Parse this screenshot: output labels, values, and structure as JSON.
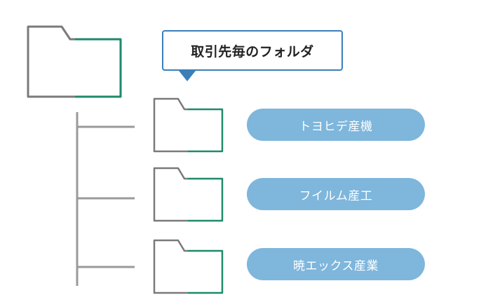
{
  "callout": {
    "label": "取引先毎のフォルダ"
  },
  "clients": [
    {
      "name": "トヨヒデ産機"
    },
    {
      "name": "フイルム産工"
    },
    {
      "name": "暁エックス産業"
    }
  ],
  "colors": {
    "folder_outline": "#7a7a7a",
    "folder_accent": "#1e8a6a",
    "callout_border": "#3a7fba",
    "pill_fill": "#7eb6dc",
    "pill_text": "#ffffff"
  }
}
